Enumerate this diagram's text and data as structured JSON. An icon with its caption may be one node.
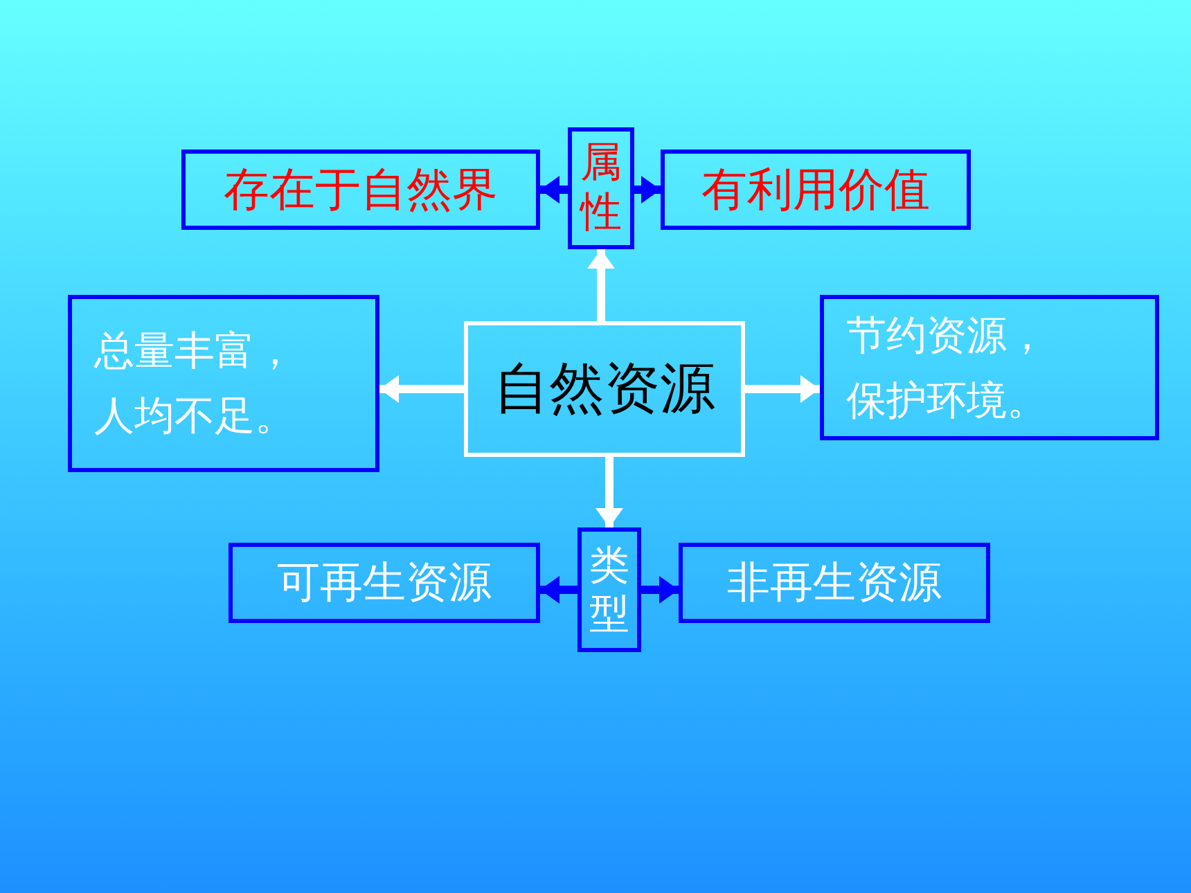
{
  "diagram": {
    "nodes": [
      {
        "text": [
          "存在于自然界"
        ]
      },
      {
        "text": [
          "属性"
        ]
      },
      {
        "text": [
          "有利用价值"
        ]
      },
      {
        "text": [
          "总量丰富，",
          "人均不足。"
        ]
      },
      {
        "text": [
          "自然资源"
        ]
      },
      {
        "text": [
          "节约资源，",
          "保护环境。"
        ]
      },
      {
        "text": [
          "可再生资源"
        ]
      },
      {
        "text": [
          "类型"
        ]
      },
      {
        "text": [
          "非再生资源"
        ]
      }
    ],
    "edges": [
      {
        "from": 1,
        "to": 0,
        "arrow": "to"
      },
      {
        "from": 1,
        "to": 2,
        "arrow": "to"
      },
      {
        "from": 4,
        "to": 1,
        "arrow": "to",
        "color": "#ffffff"
      },
      {
        "from": 4,
        "to": 3,
        "arrow": "to",
        "color": "#ffffff"
      },
      {
        "from": 4,
        "to": 5,
        "arrow": "to",
        "color": "#ffffff"
      },
      {
        "from": 4,
        "to": 7,
        "arrow": "to",
        "color": "#ffffff"
      },
      {
        "from": 7,
        "to": 6,
        "arrow": "to"
      },
      {
        "from": 7,
        "to": 8,
        "arrow": "to"
      }
    ]
  }
}
